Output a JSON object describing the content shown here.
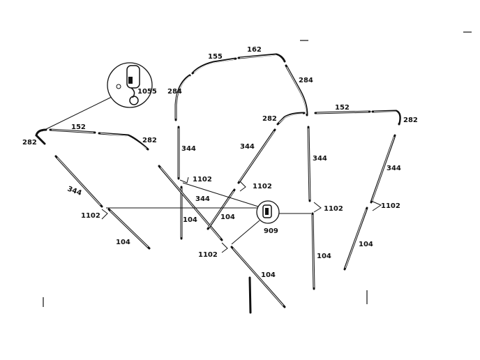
{
  "part_labels": {
    "p155": "155",
    "p162": "162",
    "p284a": "284",
    "p284b": "284",
    "p282a": "282",
    "p282b": "282",
    "p282c": "282",
    "p282d": "282",
    "p152a": "152",
    "p152b": "152",
    "p344a": "344",
    "p344b": "344",
    "p344c": "344",
    "p344d": "344",
    "p344e": "344",
    "p344f": "344",
    "p1102a": "1102",
    "p1102b": "1102",
    "p1102c": "1102",
    "p1102d": "1102",
    "p1102e": "1102",
    "p104a": "104",
    "p104b": "104",
    "p104c": "104",
    "p104d": "104",
    "p104e": "104",
    "p104f": "104",
    "p909": "909",
    "p1055": "1055"
  }
}
